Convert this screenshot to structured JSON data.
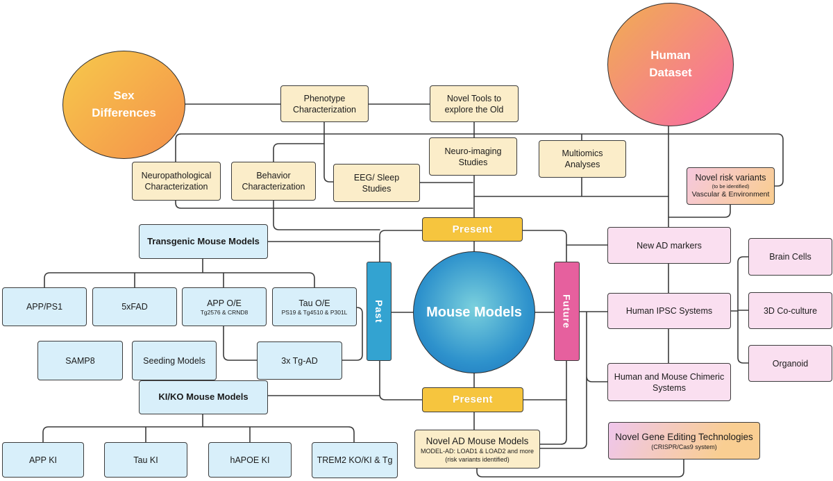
{
  "diagram": {
    "circles": {
      "sex_differences": "Sex Differences",
      "human_dataset": "Human Dataset",
      "mouse_models": "Mouse Models"
    },
    "timeline": {
      "past": "Past",
      "present_top": "Present",
      "present_bottom": "Present",
      "future": "Future"
    },
    "methods": {
      "phenotype": "Phenotype Characterization",
      "novel_tools": "Novel Tools to explore the Old",
      "neuro_imaging": "Neuro-imaging Studies",
      "multiomics": "Multiomics Analyses",
      "neuropathological": "Neuropathological Characterization",
      "behavior": "Behavior Characterization",
      "eeg_sleep": "EEG/ Sleep Studies"
    },
    "mouse_branch": {
      "transgenic": "Transgenic Mouse Models",
      "app_ps1": "APP/PS1",
      "fxfad": "5xFAD",
      "app_oe": {
        "label": "APP O/E",
        "sub": "Tg2576 & CRND8"
      },
      "tau_oe": {
        "label": "Tau O/E",
        "sub": "PS19 & Tg4510 & P301L"
      },
      "samp8": "SAMP8",
      "seeding": "Seeding Models",
      "tg_ad": "3x Tg-AD",
      "kiko": "KI/KO Mouse Models",
      "app_ki": "APP KI",
      "tau_ki": "Tau KI",
      "hapoe_ki": "hAPOE KI",
      "trem2": "TREM2 KO/KI & Tg"
    },
    "future_branch": {
      "novel_risk": {
        "label": "Novel risk variants",
        "sub": "(to be identified)",
        "sub2": "Vascular & Environment"
      },
      "new_ad_markers": "New AD markers",
      "human_ipsc": "Human IPSC Systems",
      "brain_cells": "Brain Cells",
      "co_culture": "3D Co-culture",
      "organoid": "Organoid",
      "chimeric": "Human and Mouse Chimeric Systems",
      "gene_editing": {
        "label": "Novel Gene Editing Technologies",
        "sub": "(CRISPR/Cas9 system)"
      },
      "novel_ad_models": {
        "label": "Novel AD Mouse Models",
        "sub": "MODEL-AD: LOAD1 & LOAD2 and more",
        "sub2": "(risk variants identified)"
      }
    },
    "colors": {
      "cream_box": "#FBEDC9",
      "light_blue_box": "#D8EFFA",
      "pink_box": "#FADFF0",
      "gold_present": "#F6C53E",
      "past_blue": "#33A3D1",
      "future_pink": "#E6609E",
      "line": "#3A3A3A",
      "mouse_circle_center": "#7AD0DD",
      "mouse_circle_edge": "#1B70BA",
      "sex_gradient_start": "#F7C94B",
      "sex_gradient_end": "#F4904B",
      "human_gradient_start": "#F0AE51",
      "human_gradient_end": "#F8709E",
      "risk_gradient_start": "#F6C8DD",
      "risk_gradient_end": "#F9CD8F"
    }
  }
}
